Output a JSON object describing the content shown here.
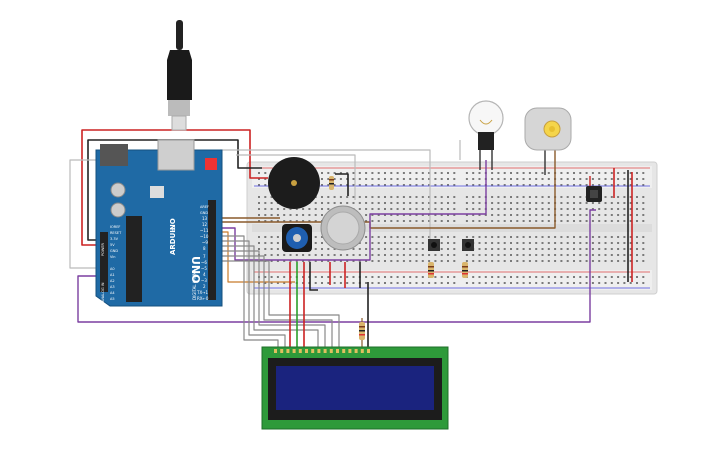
{
  "arduino": {
    "brand": "ARDUINO",
    "model": "UNO",
    "header_aref": "AREF",
    "header_gnd": "GND",
    "pin13": "13",
    "pin12": "12",
    "pin11": "~11",
    "pin10": "~10",
    "pin9": "~9",
    "pin8": "8",
    "pin7": "7",
    "pin6": "~6",
    "pin5": "~5",
    "pin4": "4",
    "pin3": "~3",
    "pin2": "2",
    "tx": "TX→1",
    "rx": "RX←0",
    "digital_label": "DIGITAL (PWM~)",
    "power_label": "POWER",
    "analog_label": "ANALOG IN",
    "ioref": "IOREF",
    "reset": "RESET",
    "v33": "3.3V",
    "v5": "5V",
    "gnd_pw": "GND",
    "vin": "Vin",
    "a0": "A0",
    "a1": "A1",
    "a2": "A2",
    "a3": "A3",
    "a4": "A4",
    "a5": "A5"
  },
  "colors": {
    "arduino_board": "#1f6aa5",
    "breadboard": "#e8e8e8",
    "lcd_pcb": "#2e9a3a",
    "lcd_screen": "#1a237e",
    "wire_red": "#cc2222",
    "wire_black": "#222222",
    "wire_purple": "#7b3fa0",
    "wire_brown": "#8a5a2b",
    "wire_gray": "#8c8c8c",
    "wire_green": "#2aa02a"
  },
  "components": [
    "usb-cable-icon",
    "piezo-buzzer-icon",
    "gas-sensor-icon",
    "potentiometer-icon",
    "light-bulb-icon",
    "dc-motor-icon",
    "temperature-sensor-icon",
    "pushbutton-icon",
    "resistor-icon",
    "lcd-16x2-icon"
  ]
}
